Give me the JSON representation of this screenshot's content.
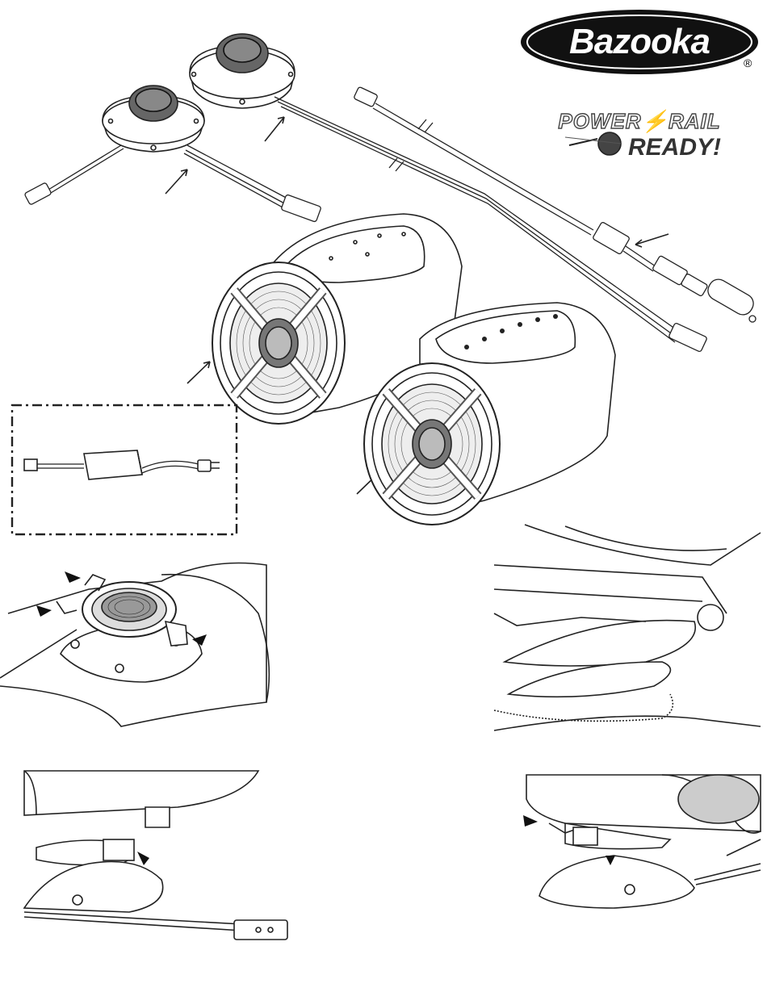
{
  "brand": {
    "name": "Bazooka",
    "registered": "®"
  },
  "badge": {
    "line1": "POWER⚡RAIL",
    "line2": "READY!"
  }
}
